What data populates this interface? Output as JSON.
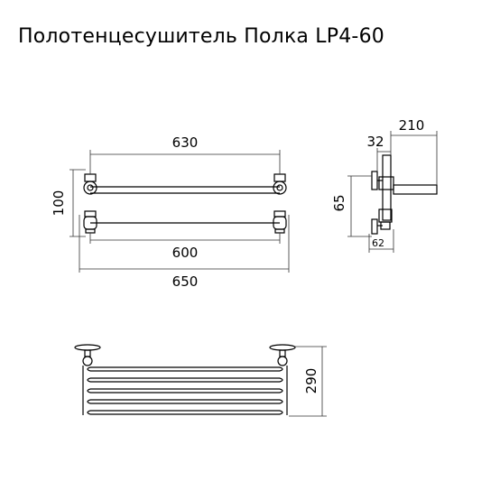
{
  "title": "Полотенцесушитель Полка  LP4-60",
  "front_view": {
    "dim_top": "630",
    "dim_left": "100",
    "dim_inner": "600",
    "dim_outer": "650"
  },
  "side_view": {
    "dim_depth": "210",
    "dim_mount": "32",
    "dim_height": "65",
    "dim_bottom": "62"
  },
  "bottom_view": {
    "dim_height": "290"
  },
  "colors": {
    "line": "#000000",
    "dim_line": "#333333"
  }
}
